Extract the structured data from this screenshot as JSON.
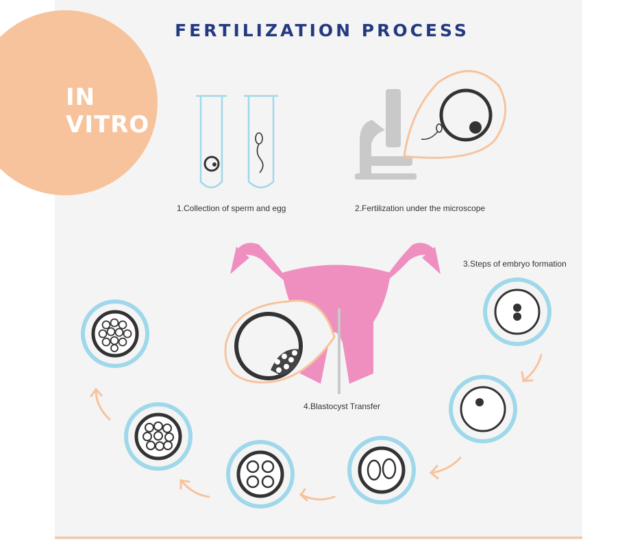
{
  "title": "FERTILIZATION PROCESS",
  "badge": {
    "line1": "IN",
    "line2": "VITRO"
  },
  "steps": {
    "step1": "1.Collection of sperm and egg",
    "step2": "2.Fertilization under the microscope",
    "step3": "3.Steps of embryo formation",
    "step4": "4.Blastocyst Transfer"
  },
  "colors": {
    "title": "#243a80",
    "badge": "#f7c39c",
    "uterus": "#ef8fc0",
    "cell_ring": "#9fd8ea",
    "arrow": "#f7c39c",
    "outline": "#333333",
    "microscope": "#c9c9c9"
  },
  "icons": [
    "test-tube-icon",
    "microscope-icon",
    "uterus-icon",
    "embryo-cell-icon",
    "arrow-icon"
  ]
}
